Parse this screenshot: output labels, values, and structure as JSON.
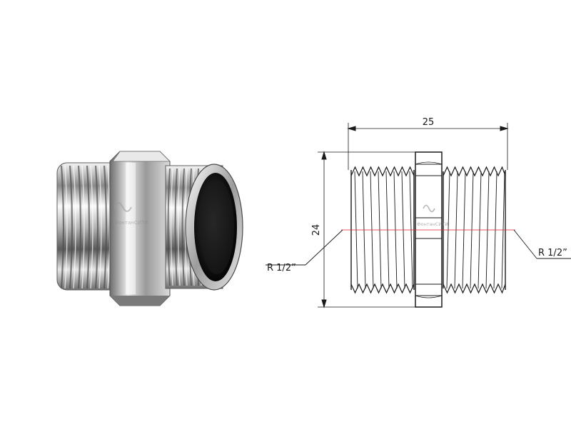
{
  "product_photo": {
    "watermark": "ФонтанСИТИ"
  },
  "drawing": {
    "length_label": "25",
    "height_label": "24",
    "thread_left_label": "R 1/2”",
    "thread_right_label": "R 1/2”",
    "watermark": "ФонтанСИТИ",
    "axis_color": "#d9232e"
  }
}
